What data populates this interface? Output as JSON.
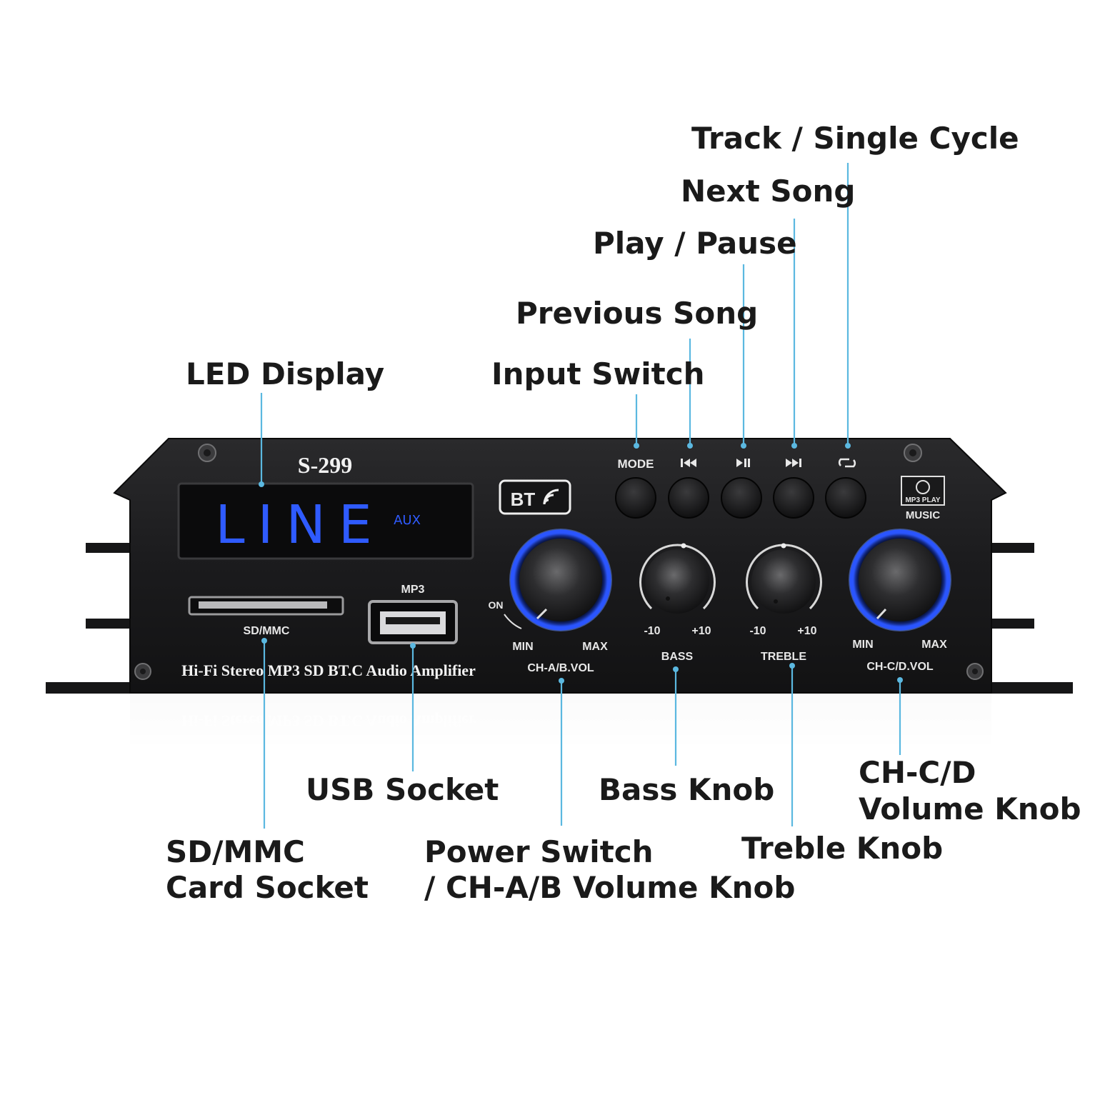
{
  "callouts": {
    "track_cycle": "Track / Single Cycle",
    "next_song": "Next Song",
    "play_pause": "Play / Pause",
    "previous_song": "Previous Song",
    "input_switch": "Input Switch",
    "led_display": "LED Display",
    "usb_socket": "USB Socket",
    "bass_knob": "Bass Knob",
    "chcd_line1": "CH-C/D",
    "chcd_line2": "Volume Knob",
    "treble_knob": "Treble Knob",
    "sd_line1": "SD/MMC",
    "sd_line2": "Card Socket",
    "power_line1": "Power Switch",
    "power_line2": "/ CH-A/B Volume Knob"
  },
  "device": {
    "model": "S-299",
    "display_text": "LINE",
    "display_sub": "AUX",
    "bt_badge": "BT",
    "mode_label": "MODE",
    "mp3_label": "MP3",
    "sd_label": "SD/MMC",
    "on_label": "ON",
    "min_label": "MIN",
    "max_label": "MAX",
    "neg10": "-10",
    "pos10": "+10",
    "bass_label": "BASS",
    "treble_label": "TREBLE",
    "chab_label": "CH-A/B.VOL",
    "chcd_label": "CH-C/D.VOL",
    "logo_top": "MP3 PLAY",
    "logo_bottom": "MUSIC",
    "tagline": "Hi-Fi Stereo MP3 SD BT.C Audio Amplifier"
  },
  "colors": {
    "leader": "#5bb8e0",
    "panel": "#1c1c1e",
    "lcd_blue": "#2f5bff",
    "ring_blue": "#2a55ff"
  },
  "icons": [
    "previous-track-icon",
    "play-pause-icon",
    "next-track-icon",
    "repeat-icon",
    "bluetooth-signal-icon"
  ]
}
